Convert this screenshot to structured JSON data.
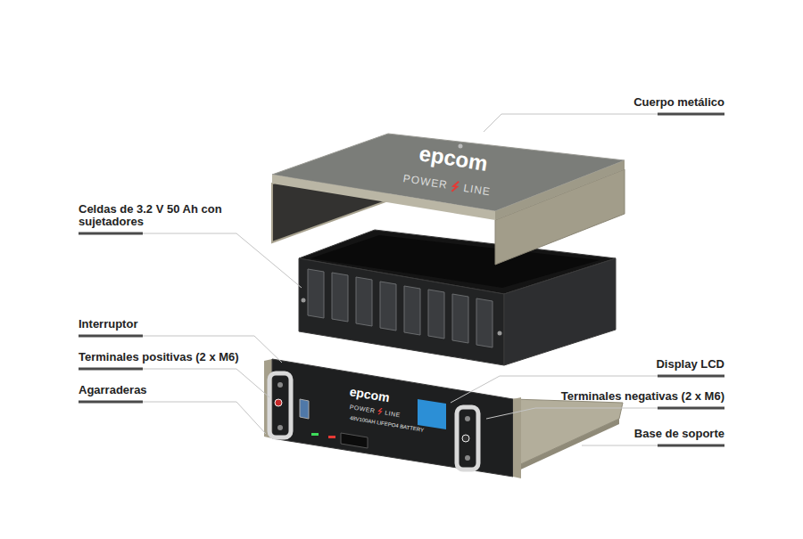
{
  "diagram": {
    "labels": [
      "Cuerpo metálico",
      "Celdas de 3.2 V 50 Ah con sujetadores",
      "Interruptor",
      "Terminales positivas (2 x M6)",
      "Agarraderas",
      "Display LCD",
      "Terminales negativas (2 x M6)",
      "Base de soporte",
      "epcom",
      "POWER",
      "LINE",
      "epcom",
      "POWER",
      "LINE",
      "48V100AH LIFEPO4 BATTERY"
    ]
  }
}
